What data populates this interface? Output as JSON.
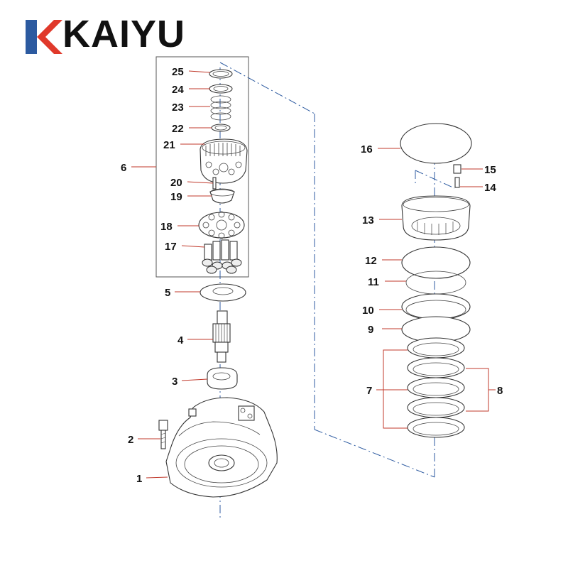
{
  "brand": {
    "name": "KAIYU",
    "colors": {
      "text": "#111111",
      "logo_red": "#e0392b",
      "logo_blue": "#2c5aa0"
    }
  },
  "diagram": {
    "line_colors": {
      "leader": "#c0392b",
      "axis": "#2c5aa0"
    },
    "labels": {
      "l1": "1",
      "l2": "2",
      "l3": "3",
      "l4": "4",
      "l5": "5",
      "l6": "6",
      "l7": "7",
      "l8": "8",
      "l9": "9",
      "l10": "10",
      "l11": "11",
      "l12": "12",
      "l13": "13",
      "l14": "14",
      "l15": "15",
      "l16": "16",
      "l17": "17",
      "l18": "18",
      "l19": "19",
      "l20": "20",
      "l21": "21",
      "l22": "22",
      "l23": "23",
      "l24": "24",
      "l25": "25"
    }
  }
}
